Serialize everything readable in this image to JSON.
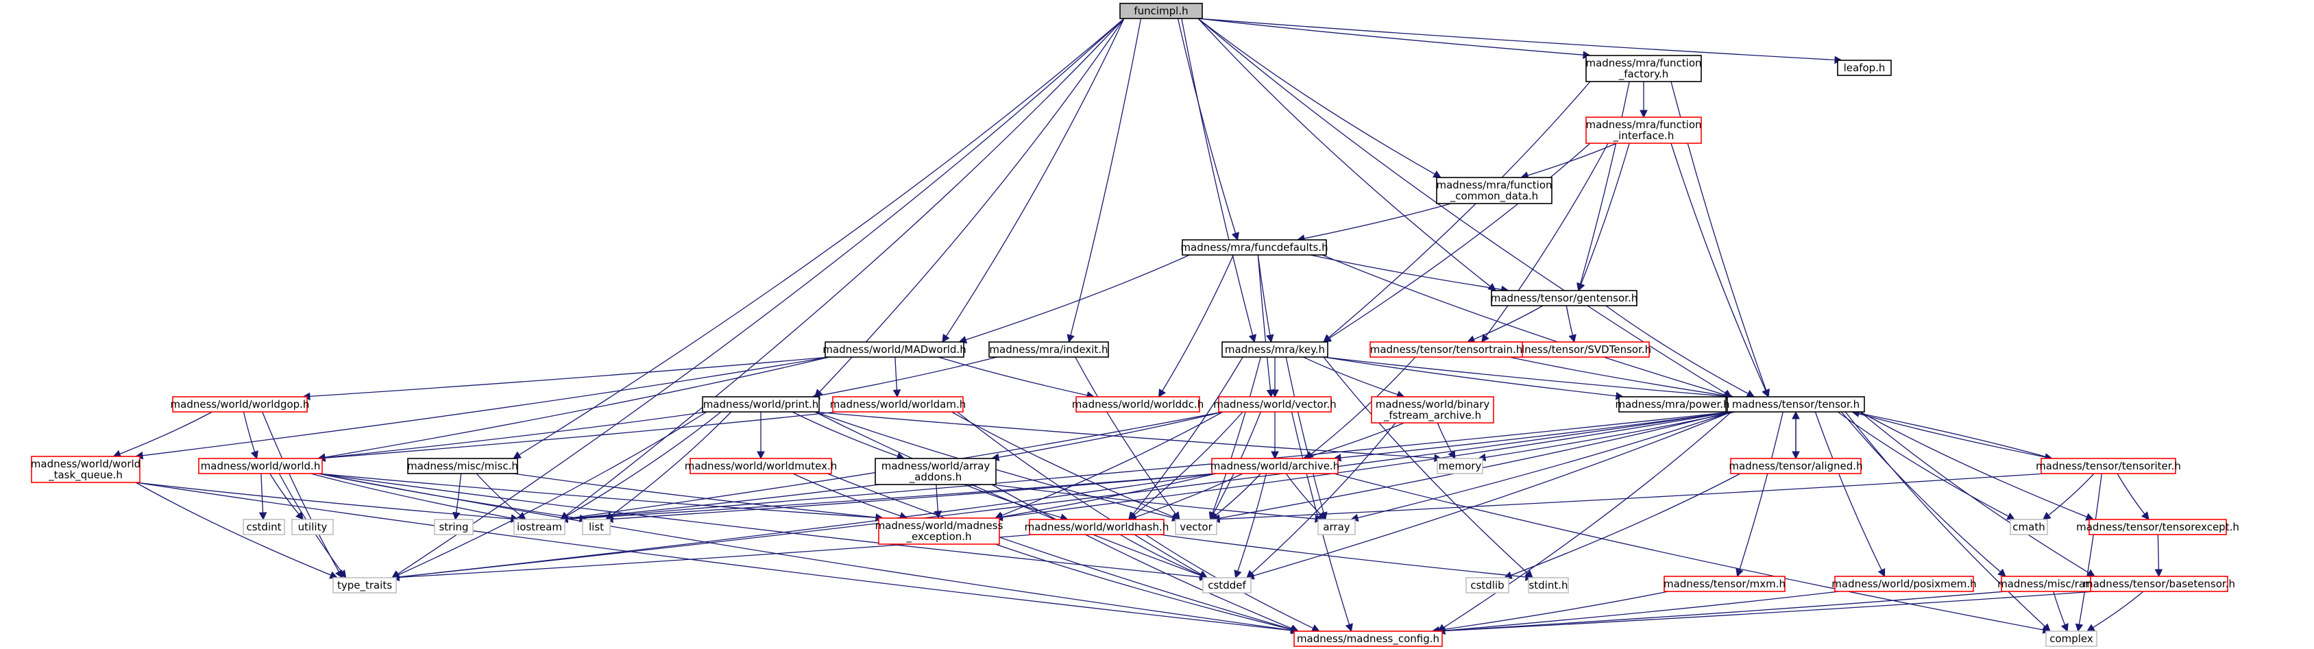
{
  "diagram": {
    "type": "include-dependency-graph",
    "colors": {
      "edge": "#191970",
      "box_normal": "#000000",
      "box_truncated": "#ff0000",
      "box_leaf": "#bfbfbf",
      "root_fill": "#bfbfbf",
      "node_fill": "#ffffff"
    },
    "nodes": [
      {
        "id": "funcimpl",
        "kind": "root",
        "lines": [
          "funcimpl.h"
        ]
      },
      {
        "id": "leafop",
        "kind": "normal",
        "lines": [
          "leafop.h"
        ]
      },
      {
        "id": "function_factory",
        "kind": "normal",
        "lines": [
          "madness/mra/function",
          "_factory.h"
        ]
      },
      {
        "id": "function_interface",
        "kind": "truncated",
        "lines": [
          "madness/mra/function",
          "_interface.h"
        ]
      },
      {
        "id": "function_common_data",
        "kind": "normal",
        "lines": [
          "madness/mra/function",
          "_common_data.h"
        ]
      },
      {
        "id": "funcdefaults",
        "kind": "normal",
        "lines": [
          "madness/mra/funcdefaults.h"
        ]
      },
      {
        "id": "gentensor",
        "kind": "normal",
        "lines": [
          "madness/tensor/gentensor.h"
        ]
      },
      {
        "id": "svdtensor",
        "kind": "truncated",
        "lines": [
          "madness/tensor/SVDTensor.h"
        ]
      },
      {
        "id": "tensortrain",
        "kind": "truncated",
        "lines": [
          "madness/tensor/tensortrain.h"
        ]
      },
      {
        "id": "madworld",
        "kind": "normal",
        "lines": [
          "madness/world/MADworld.h"
        ]
      },
      {
        "id": "indexit",
        "kind": "normal",
        "lines": [
          "madness/mra/indexit.h"
        ]
      },
      {
        "id": "key",
        "kind": "normal",
        "lines": [
          "madness/mra/key.h"
        ]
      },
      {
        "id": "tensor",
        "kind": "normal",
        "lines": [
          "madness/tensor/tensor.h"
        ]
      },
      {
        "id": "worldgop",
        "kind": "truncated",
        "lines": [
          "madness/world/worldgop.h"
        ]
      },
      {
        "id": "print",
        "kind": "normal",
        "lines": [
          "madness/world/print.h"
        ]
      },
      {
        "id": "worldam",
        "kind": "truncated",
        "lines": [
          "madness/world/worldam.h"
        ]
      },
      {
        "id": "worldddc",
        "kind": "truncated",
        "lines": [
          "madness/world/worlddc.h"
        ]
      },
      {
        "id": "vector_h",
        "kind": "truncated",
        "lines": [
          "madness/world/vector.h"
        ]
      },
      {
        "id": "binary_fstream",
        "kind": "truncated",
        "lines": [
          "madness/world/binary",
          "_fstream_archive.h"
        ]
      },
      {
        "id": "power",
        "kind": "normal",
        "lines": [
          "madness/mra/power.h"
        ]
      },
      {
        "id": "world_task_queue",
        "kind": "truncated",
        "lines": [
          "madness/world/world",
          "_task_queue.h"
        ]
      },
      {
        "id": "world_h",
        "kind": "truncated",
        "lines": [
          "madness/world/world.h"
        ]
      },
      {
        "id": "misc",
        "kind": "normal",
        "lines": [
          "madness/misc/misc.h"
        ]
      },
      {
        "id": "worldmutex",
        "kind": "truncated",
        "lines": [
          "madness/world/worldmutex.h"
        ]
      },
      {
        "id": "array_addons",
        "kind": "normal",
        "lines": [
          "madness/world/array",
          "_addons.h"
        ]
      },
      {
        "id": "archive",
        "kind": "truncated",
        "lines": [
          "madness/world/archive.h"
        ]
      },
      {
        "id": "aligned",
        "kind": "truncated",
        "lines": [
          "madness/tensor/aligned.h"
        ]
      },
      {
        "id": "tensoriter",
        "kind": "truncated",
        "lines": [
          "madness/tensor/tensoriter.h"
        ]
      },
      {
        "id": "memory",
        "kind": "leaf",
        "lines": [
          "memory"
        ]
      },
      {
        "id": "cstdint",
        "kind": "leaf",
        "lines": [
          "cstdint"
        ]
      },
      {
        "id": "utility",
        "kind": "leaf",
        "lines": [
          "utility"
        ]
      },
      {
        "id": "iostream",
        "kind": "leaf",
        "lines": [
          "iostream"
        ]
      },
      {
        "id": "list",
        "kind": "leaf",
        "lines": [
          "list"
        ]
      },
      {
        "id": "string",
        "kind": "leaf",
        "lines": [
          "string"
        ]
      },
      {
        "id": "madness_exception",
        "kind": "truncated",
        "lines": [
          "madness/world/madness",
          "_exception.h"
        ]
      },
      {
        "id": "worldhash",
        "kind": "truncated",
        "lines": [
          "madness/world/worldhash.h"
        ]
      },
      {
        "id": "vector",
        "kind": "leaf",
        "lines": [
          "vector"
        ]
      },
      {
        "id": "array",
        "kind": "leaf",
        "lines": [
          "array"
        ]
      },
      {
        "id": "cmath",
        "kind": "leaf",
        "lines": [
          "cmath"
        ]
      },
      {
        "id": "tensorexcept",
        "kind": "truncated",
        "lines": [
          "madness/tensor/tensorexcept.h"
        ]
      },
      {
        "id": "type_traits",
        "kind": "leaf",
        "lines": [
          "type_traits"
        ]
      },
      {
        "id": "cstddef",
        "kind": "leaf",
        "lines": [
          "cstddef"
        ]
      },
      {
        "id": "cstdlib",
        "kind": "leaf",
        "lines": [
          "cstdlib"
        ]
      },
      {
        "id": "stdint",
        "kind": "leaf",
        "lines": [
          "stdint.h"
        ]
      },
      {
        "id": "mxm",
        "kind": "truncated",
        "lines": [
          "madness/tensor/mxm.h"
        ]
      },
      {
        "id": "posixmem",
        "kind": "truncated",
        "lines": [
          "madness/world/posixmem.h"
        ]
      },
      {
        "id": "ran",
        "kind": "truncated",
        "lines": [
          "madness/misc/ran.h"
        ]
      },
      {
        "id": "basetensor",
        "kind": "truncated",
        "lines": [
          "madness/tensor/basetensor.h"
        ]
      },
      {
        "id": "madness_config",
        "kind": "truncated",
        "lines": [
          "madness/madness_config.h"
        ]
      },
      {
        "id": "complex",
        "kind": "leaf",
        "lines": [
          "complex"
        ]
      }
    ],
    "edges": [
      [
        "funcimpl",
        "leafop"
      ],
      [
        "funcimpl",
        "function_factory"
      ],
      [
        "funcimpl",
        "function_common_data"
      ],
      [
        "funcimpl",
        "funcdefaults"
      ],
      [
        "funcimpl",
        "gentensor"
      ],
      [
        "funcimpl",
        "key"
      ],
      [
        "funcimpl",
        "tensor"
      ],
      [
        "funcimpl",
        "madworld"
      ],
      [
        "funcimpl",
        "indexit"
      ],
      [
        "funcimpl",
        "print"
      ],
      [
        "funcimpl",
        "misc"
      ],
      [
        "funcimpl",
        "iostream"
      ],
      [
        "funcimpl",
        "type_traits"
      ],
      [
        "function_factory",
        "function_interface"
      ],
      [
        "function_factory",
        "gentensor"
      ],
      [
        "function_factory",
        "key"
      ],
      [
        "function_factory",
        "tensor"
      ],
      [
        "function_interface",
        "function_common_data"
      ],
      [
        "function_interface",
        "gentensor"
      ],
      [
        "function_interface",
        "tensortrain"
      ],
      [
        "function_interface",
        "key"
      ],
      [
        "function_interface",
        "tensor"
      ],
      [
        "function_common_data",
        "funcdefaults"
      ],
      [
        "funcdefaults",
        "madworld"
      ],
      [
        "funcdefaults",
        "key"
      ],
      [
        "funcdefaults",
        "gentensor"
      ],
      [
        "funcdefaults",
        "vector_h"
      ],
      [
        "funcdefaults",
        "worldddc"
      ],
      [
        "funcdefaults",
        "tensor"
      ],
      [
        "gentensor",
        "tensortrain"
      ],
      [
        "gentensor",
        "svdtensor"
      ],
      [
        "gentensor",
        "tensor"
      ],
      [
        "tensortrain",
        "tensor"
      ],
      [
        "tensortrain",
        "archive"
      ],
      [
        "madworld",
        "worldgop"
      ],
      [
        "madworld",
        "worldam"
      ],
      [
        "madworld",
        "worldddc"
      ],
      [
        "madworld",
        "world_task_queue"
      ],
      [
        "madworld",
        "world_h"
      ],
      [
        "indexit",
        "print"
      ],
      [
        "indexit",
        "vector"
      ],
      [
        "key",
        "vector_h"
      ],
      [
        "key",
        "binary_fstream"
      ],
      [
        "key",
        "power"
      ],
      [
        "key",
        "tensor"
      ],
      [
        "key",
        "worldhash"
      ],
      [
        "key",
        "stdint"
      ],
      [
        "key",
        "vector"
      ],
      [
        "key",
        "array"
      ],
      [
        "worldgop",
        "world_h"
      ],
      [
        "worldgop",
        "world_task_queue"
      ],
      [
        "worldgop",
        "type_traits"
      ],
      [
        "print",
        "world_h"
      ],
      [
        "print",
        "worldmutex"
      ],
      [
        "print",
        "array_addons"
      ],
      [
        "print",
        "iostream"
      ],
      [
        "print",
        "list"
      ],
      [
        "print",
        "type_traits"
      ],
      [
        "print",
        "cstddef"
      ],
      [
        "print",
        "vector"
      ],
      [
        "print",
        "memory"
      ],
      [
        "worldam",
        "world_h"
      ],
      [
        "worldam",
        "cstddef"
      ],
      [
        "worldam",
        "vector"
      ],
      [
        "vector_h",
        "archive"
      ],
      [
        "vector_h",
        "array_addons"
      ],
      [
        "vector_h",
        "worldhash"
      ],
      [
        "vector_h",
        "madness_exception"
      ],
      [
        "vector_h",
        "vector"
      ],
      [
        "vector_h",
        "iostream"
      ],
      [
        "vector_h",
        "madness_config"
      ],
      [
        "binary_fstream",
        "archive"
      ],
      [
        "binary_fstream",
        "memory"
      ],
      [
        "binary_fstream",
        "cstddef"
      ],
      [
        "world_task_queue",
        "iostream"
      ],
      [
        "world_task_queue",
        "type_traits"
      ],
      [
        "world_task_queue",
        "madness_config"
      ],
      [
        "world_h",
        "cstdint"
      ],
      [
        "world_h",
        "utility"
      ],
      [
        "world_h",
        "iostream"
      ],
      [
        "world_h",
        "list"
      ],
      [
        "world_h",
        "type_traits"
      ],
      [
        "world_h",
        "cstddef"
      ],
      [
        "world_h",
        "madness_config"
      ],
      [
        "world_h",
        "madness_exception"
      ],
      [
        "misc",
        "string"
      ],
      [
        "misc",
        "iostream"
      ],
      [
        "misc",
        "madness_exception"
      ],
      [
        "worldmutex",
        "madness_exception"
      ],
      [
        "worldmutex",
        "madness_config"
      ],
      [
        "array_addons",
        "madness_exception"
      ],
      [
        "array_addons",
        "worldhash"
      ],
      [
        "array_addons",
        "array"
      ],
      [
        "array_addons",
        "iostream"
      ],
      [
        "array_addons",
        "madness_config"
      ],
      [
        "archive",
        "madness_exception"
      ],
      [
        "archive",
        "worldhash"
      ],
      [
        "archive",
        "vector"
      ],
      [
        "archive",
        "array"
      ],
      [
        "archive",
        "list"
      ],
      [
        "archive",
        "iostream"
      ],
      [
        "archive",
        "type_traits"
      ],
      [
        "archive",
        "cstddef"
      ],
      [
        "archive",
        "complex"
      ],
      [
        "tensor",
        "aligned"
      ],
      [
        "tensor",
        "tensoriter"
      ],
      [
        "tensor",
        "tensorexcept"
      ],
      [
        "tensor",
        "basetensor"
      ],
      [
        "tensor",
        "mxm"
      ],
      [
        "tensor",
        "posixmem"
      ],
      [
        "tensor",
        "ran"
      ],
      [
        "tensor",
        "archive"
      ],
      [
        "tensor",
        "memory"
      ],
      [
        "tensor",
        "cmath"
      ],
      [
        "tensor",
        "complex"
      ],
      [
        "tensor",
        "vector"
      ],
      [
        "tensor",
        "array"
      ],
      [
        "tensor",
        "iostream"
      ],
      [
        "tensor",
        "madness_exception"
      ],
      [
        "tensor",
        "cstddef"
      ],
      [
        "tensor",
        "type_traits"
      ],
      [
        "tensor",
        "madness_config"
      ],
      [
        "aligned",
        "tensor"
      ],
      [
        "aligned",
        "cstdlib"
      ],
      [
        "tensoriter",
        "tensor"
      ],
      [
        "tensoriter",
        "tensorexcept"
      ],
      [
        "tensoriter",
        "cmath"
      ],
      [
        "tensoriter",
        "complex"
      ],
      [
        "tensoriter",
        "vector"
      ],
      [
        "tensorexcept",
        "basetensor"
      ],
      [
        "madness_exception",
        "madness_config"
      ],
      [
        "worldhash",
        "type_traits"
      ],
      [
        "worldhash",
        "cstddef"
      ],
      [
        "worldhash",
        "stdint"
      ],
      [
        "worldhash",
        "madness_config"
      ],
      [
        "mxm",
        "madness_config"
      ],
      [
        "posixmem",
        "madness_config"
      ],
      [
        "ran",
        "madness_config"
      ],
      [
        "ran",
        "complex"
      ],
      [
        "basetensor",
        "madness_config"
      ],
      [
        "basetensor",
        "complex"
      ]
    ]
  }
}
